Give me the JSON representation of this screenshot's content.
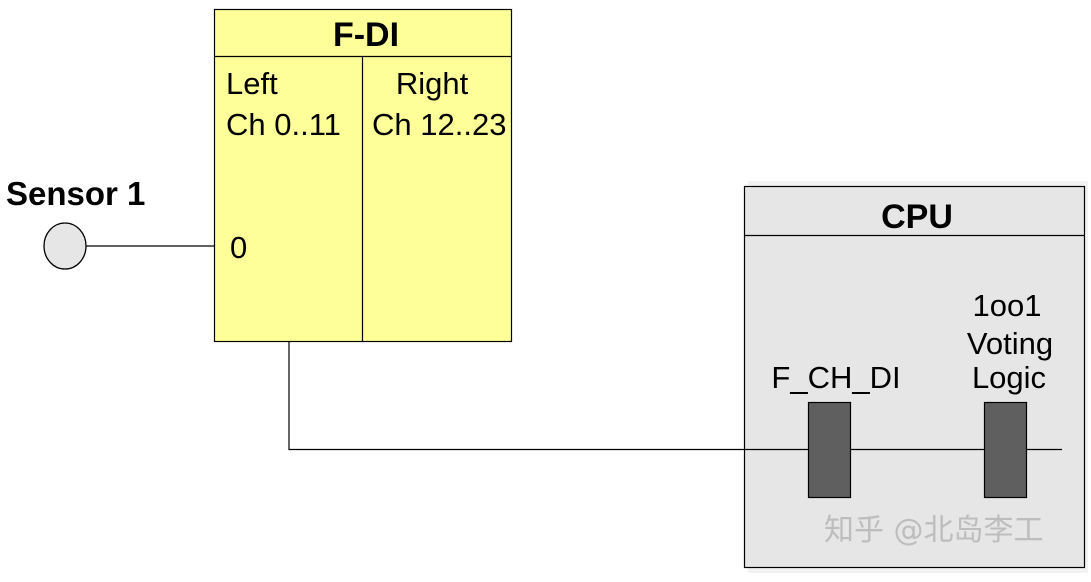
{
  "sensor": {
    "label": "Sensor 1"
  },
  "fdi": {
    "title": "F-DI",
    "left_label": "Left",
    "left_channels": "Ch 0..11",
    "right_label": "Right",
    "right_channels": "Ch 12..23",
    "channel_0": "0"
  },
  "cpu": {
    "title": "CPU",
    "block1_label": "F_CH_DI",
    "block2_label_line1": "1oo1",
    "block2_label_line2": "Voting",
    "block2_label_line3": "Logic"
  },
  "watermark": {
    "text": "知乎 @北岛李工"
  },
  "colors": {
    "fdi_fill": "#ffff99",
    "cpu_fill": "#e6e6e6",
    "block_fill": "#5f5f5f",
    "sensor_fill": "#e6e6e6"
  }
}
